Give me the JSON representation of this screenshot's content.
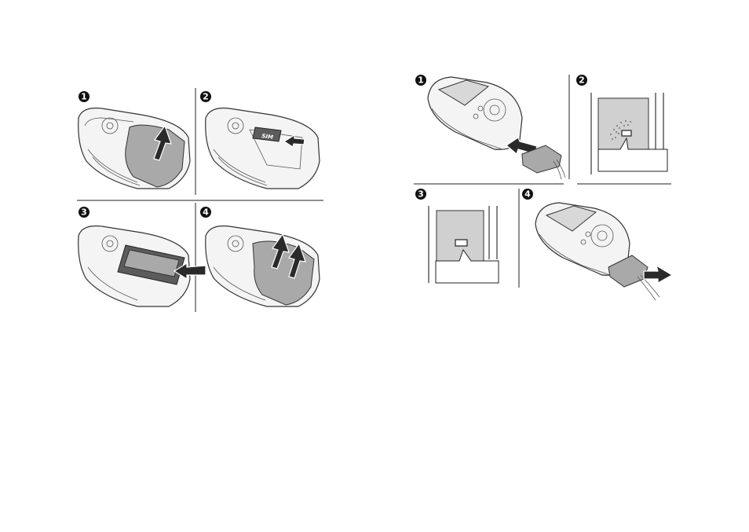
{
  "left_panel": {
    "steps": [
      {
        "number": "1"
      },
      {
        "number": "2"
      },
      {
        "number": "3"
      },
      {
        "number": "4"
      }
    ],
    "sim_label": "SIM"
  },
  "right_panel": {
    "steps": [
      {
        "number": "1"
      },
      {
        "number": "2"
      },
      {
        "number": "3"
      },
      {
        "number": "4"
      }
    ]
  }
}
